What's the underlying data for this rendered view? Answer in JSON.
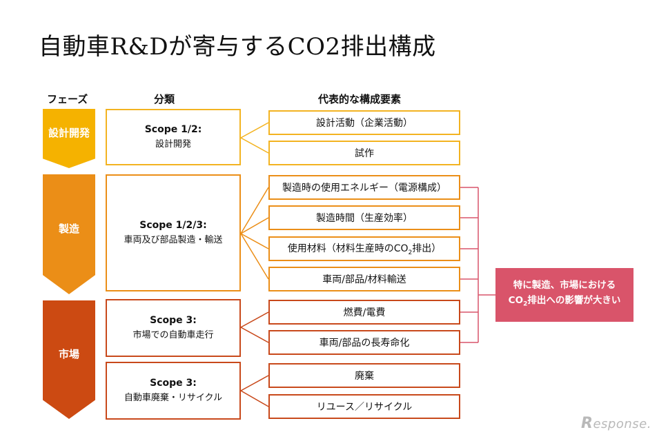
{
  "title": "自動車R&Dが寄与するCO2排出構成",
  "headers": {
    "phase": "フェーズ",
    "category": "分類",
    "elements": "代表的な構成要素"
  },
  "phases": [
    {
      "label": "設計開発",
      "color": "#f5b200"
    },
    {
      "label": "製造",
      "color": "#eb8e17"
    },
    {
      "label": "市場",
      "color": "#cc4a12"
    }
  ],
  "scopes": [
    {
      "title": "Scope 1/2:",
      "desc": "設計開発"
    },
    {
      "title": "Scope 1/2/3:",
      "desc": "車両及び部品製造・輸送"
    },
    {
      "title": "Scope 3:",
      "desc": "市場での自動車走行"
    },
    {
      "title": "Scope 3:",
      "desc": "自動車廃棄・リサイクル"
    }
  ],
  "elements": [
    {
      "label": "設計活動（企業活動）"
    },
    {
      "label": "試作"
    },
    {
      "label": "製造時の使用エネルギー（電源構成）"
    },
    {
      "label": "製造時間（生産効率）"
    },
    {
      "label_pre": "使用材料（材料生産時のCO",
      "label_sub": "2",
      "label_post": "排出）"
    },
    {
      "label": "車両/部品/材料輸送"
    },
    {
      "label": "燃費/電費"
    },
    {
      "label": "車両/部品の長寿命化"
    },
    {
      "label": "廃棄"
    },
    {
      "label": "リユース／リサイクル"
    }
  ],
  "callout": {
    "line1": "特に製造、市場における",
    "line2_pre": "CO",
    "line2_sub": "2",
    "line2_post": "排出への影響が大きい",
    "color": "#d9546a"
  },
  "watermark": {
    "initial": "R",
    "rest": "esponse."
  }
}
